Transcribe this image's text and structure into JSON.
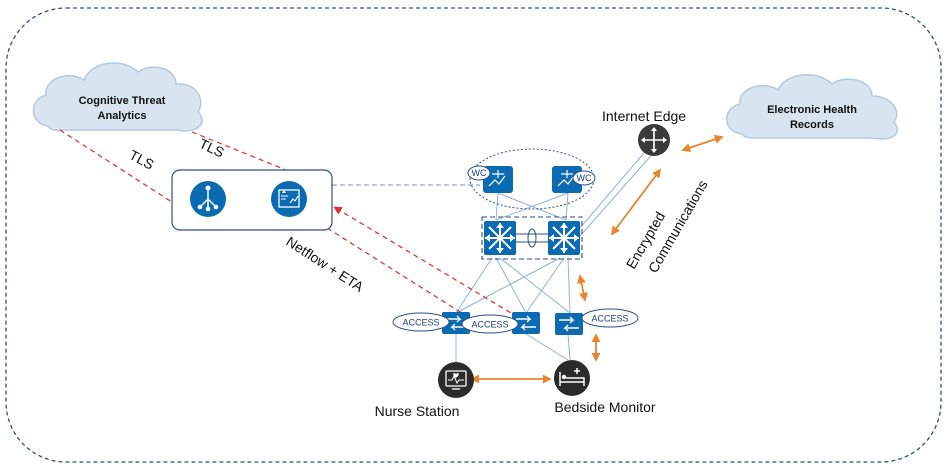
{
  "clouds": {
    "cta": {
      "line1": "Cognitive Threat",
      "line2": "Analytics"
    },
    "ehr": {
      "line1": "Electronic Health",
      "line2": "Records"
    }
  },
  "labels": {
    "tls_left": "TLS",
    "tls_right": "TLS",
    "netflow": "Netflow + ETA",
    "internet_edge": "Internet Edge",
    "encrypted_line1": "Encrypted",
    "encrypted_line2": "Communications",
    "nurse_station": "Nurse Station",
    "bedside_monitor": "Bedside Monitor"
  },
  "wireless_controllers": {
    "left": "WC",
    "right": "WC"
  },
  "access_switches": [
    "ACCESS",
    "ACCESS",
    "ACCESS"
  ],
  "colors": {
    "device_blue": "#0a6ab2",
    "cloud_fill": "#d9e4f1",
    "cloud_stroke": "#b4c8e0",
    "link_blue": "#8fb0d9",
    "dashed_red": "#e02b2b",
    "arrow_orange": "#e8842c",
    "border_navy": "#2f4f86"
  }
}
